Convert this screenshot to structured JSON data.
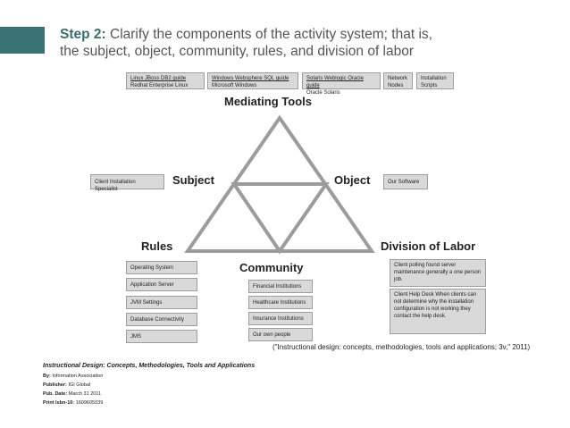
{
  "title": {
    "step": "Step 2:",
    "line1": "Clarify the components of the activity system; that is,",
    "line2": "the subject, object, community, rules, and division of labor"
  },
  "labels": {
    "mediating_tools": "Mediating Tools",
    "subject": "Subject",
    "object": "Object",
    "rules": "Rules",
    "community": "Community",
    "division_of_labor": "Division of Labor"
  },
  "tools": [
    {
      "line1": "Linux JBoss DB2 guide",
      "line2": "Redhat Enterprise Linux"
    },
    {
      "line1": "Windows Websphere SQL guide",
      "line2": "Microsoft Windows"
    },
    {
      "line1": "Solaris Weblogic Oracle guide",
      "line2": "Oracle Solaris"
    },
    {
      "line1": "Network",
      "line2": "Nodes"
    },
    {
      "line1": "Installation",
      "line2": "Scripts"
    }
  ],
  "subject_box": "Client Installation Specialist",
  "object_box": "Our Software",
  "rules_items": [
    "Operating System",
    "Application Server",
    "JVM Settings",
    "Database Connectivity",
    "JMS"
  ],
  "community_items": [
    "Financial Institutions",
    "Healthcare Institutions",
    "Insurance Institutions",
    "Our own people"
  ],
  "division_items": [
    "Client polling found server maintenance generally a one person job.",
    "Client Help Desk When clients can not determine why the installation configuration is not working they contact the help desk."
  ],
  "citation": "(\"Instructional design: concepts, methodologies, tools and applications; 3v,\" 2011)",
  "reference": {
    "title": "Instructional Design: Concepts, Methodologies, Tools and Applications",
    "by_label": "By:",
    "by": "Information Association",
    "publisher_label": "Publisher:",
    "publisher": "IGI Global",
    "date_label": "Pub. Date:",
    "date": "March 31 2011",
    "isbn_label": "Print Isbn-10:",
    "isbn": "1609605039"
  },
  "colors": {
    "accent_bar": "#3a7373",
    "title_step": "#3a6e6e",
    "box_fill": "#d9d9d9",
    "triangle": "#9c9c9c"
  }
}
